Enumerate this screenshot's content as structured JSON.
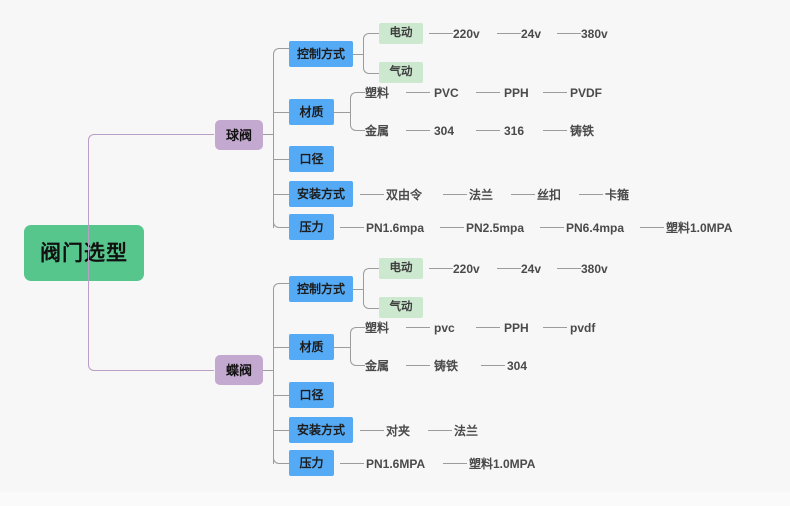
{
  "title": "阀门选型",
  "colors": {
    "background": "#f7f7f7",
    "root": "#57c68d",
    "branch": "#c3a8d0",
    "topic": "#55aaf5",
    "sub": "#cce8cf",
    "connector": "#9c9c9c",
    "connector_root": "#b99ec6",
    "leaf_text": "#4a4a4a"
  },
  "root": {
    "label": "阀门选型"
  },
  "branches": [
    {
      "label": "球阀",
      "topics": [
        {
          "label": "控制方式",
          "subs": [
            {
              "label": "电动",
              "leaves": [
                "220v",
                "24v",
                "380v"
              ]
            },
            {
              "label": "气动",
              "leaves": []
            }
          ]
        },
        {
          "label": "材质",
          "subs": [
            {
              "label": "塑料",
              "leaves": [
                "PVC",
                "PPH",
                "PVDF"
              ]
            },
            {
              "label": "金属",
              "leaves": [
                "304",
                "316",
                "铸铁"
              ]
            }
          ]
        },
        {
          "label": "口径",
          "subs": []
        },
        {
          "label": "安装方式",
          "leaves": [
            "双由令",
            "法兰",
            "丝扣",
            "卡箍"
          ]
        },
        {
          "label": "压力",
          "leaves": [
            "PN1.6mpa",
            "PN2.5mpa",
            "PN6.4mpa",
            "塑料1.0MPA"
          ]
        }
      ]
    },
    {
      "label": "蝶阀",
      "topics": [
        {
          "label": "控制方式",
          "subs": [
            {
              "label": "电动",
              "leaves": [
                "220v",
                "24v",
                "380v"
              ]
            },
            {
              "label": "气动",
              "leaves": []
            }
          ]
        },
        {
          "label": "材质",
          "subs": [
            {
              "label": "塑料",
              "leaves": [
                "pvc",
                "PPH",
                "pvdf"
              ]
            },
            {
              "label": "金属",
              "leaves": [
                "铸铁",
                "304"
              ]
            }
          ]
        },
        {
          "label": "口径",
          "subs": []
        },
        {
          "label": "安装方式",
          "leaves": [
            "对夹",
            "法兰"
          ]
        },
        {
          "label": "压力",
          "leaves": [
            "PN1.6MPA",
            "塑料1.0MPA"
          ]
        }
      ]
    }
  ]
}
